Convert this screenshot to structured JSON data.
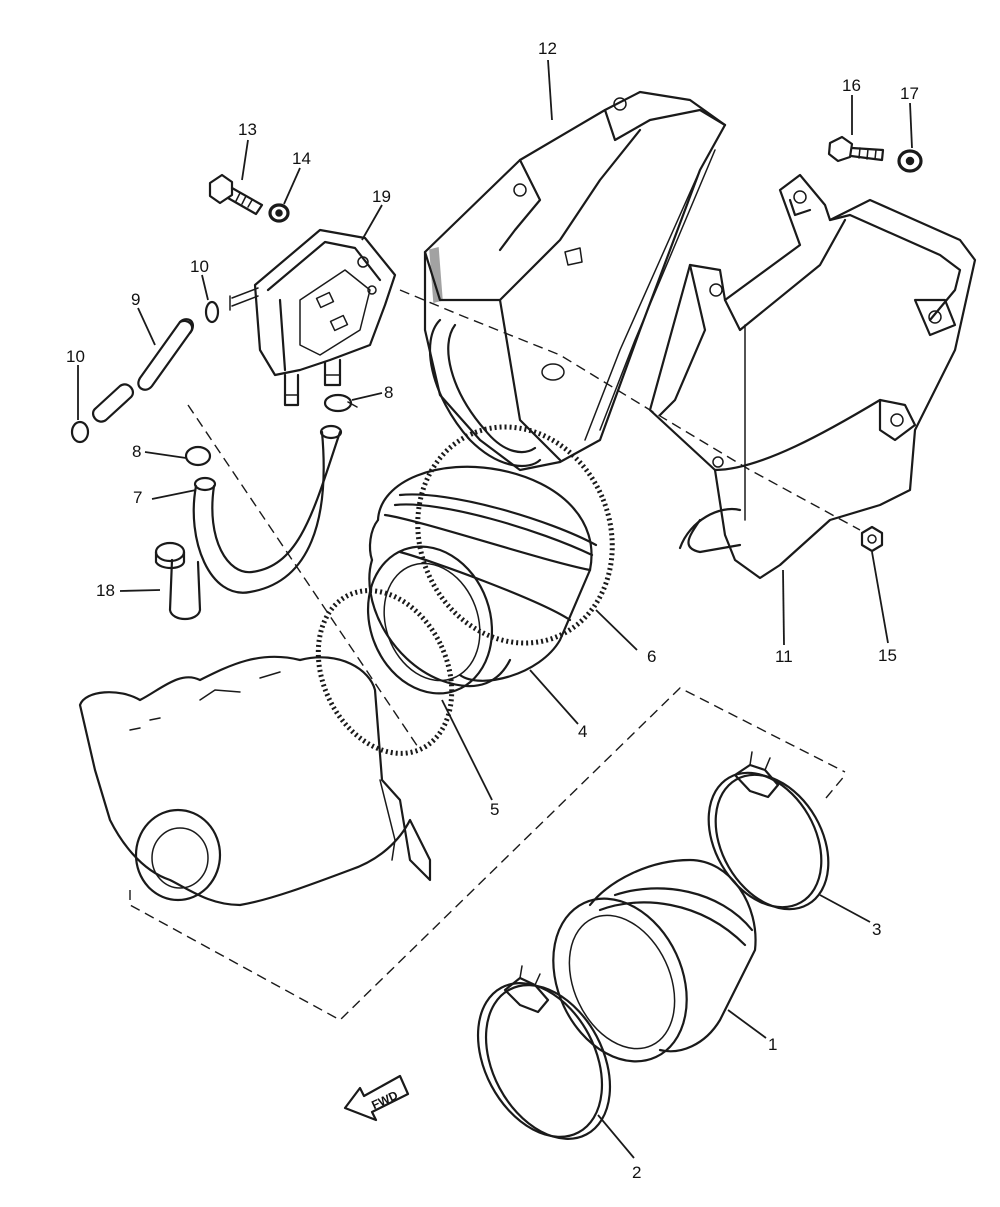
{
  "diagram": {
    "callouts": [
      "1",
      "2",
      "3",
      "4",
      "5",
      "6",
      "7",
      "8",
      "8",
      "9",
      "10",
      "10",
      "11",
      "12",
      "13",
      "14",
      "15",
      "16",
      "17",
      "18",
      "19"
    ],
    "arrow_label": "FWD"
  },
  "colors": {
    "ink": "#1a1a1a",
    "paper": "#ffffff"
  }
}
